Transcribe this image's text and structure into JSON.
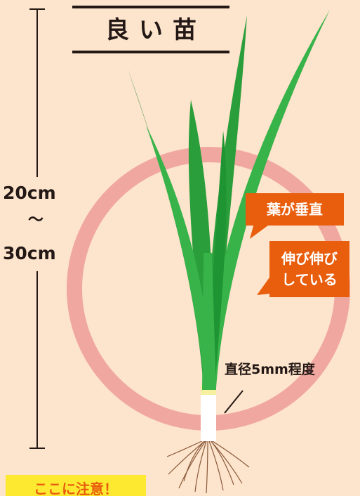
{
  "title": "良い苗",
  "height_range": {
    "min": "20cm",
    "separator": "〜",
    "max": "30cm"
  },
  "callouts": {
    "vertical": "葉が垂直",
    "growing_line1": "伸び伸び",
    "growing_line2": "している"
  },
  "stem_diameter": "直径5mm程度",
  "note": "ここに注意！",
  "colors": {
    "background": "#fde4cc",
    "ring": "#f0a7a0",
    "leaf_dark": "#1b8a2c",
    "leaf_light": "#37b34a",
    "callout": "#e85e0d",
    "note_bg": "#fde930"
  }
}
